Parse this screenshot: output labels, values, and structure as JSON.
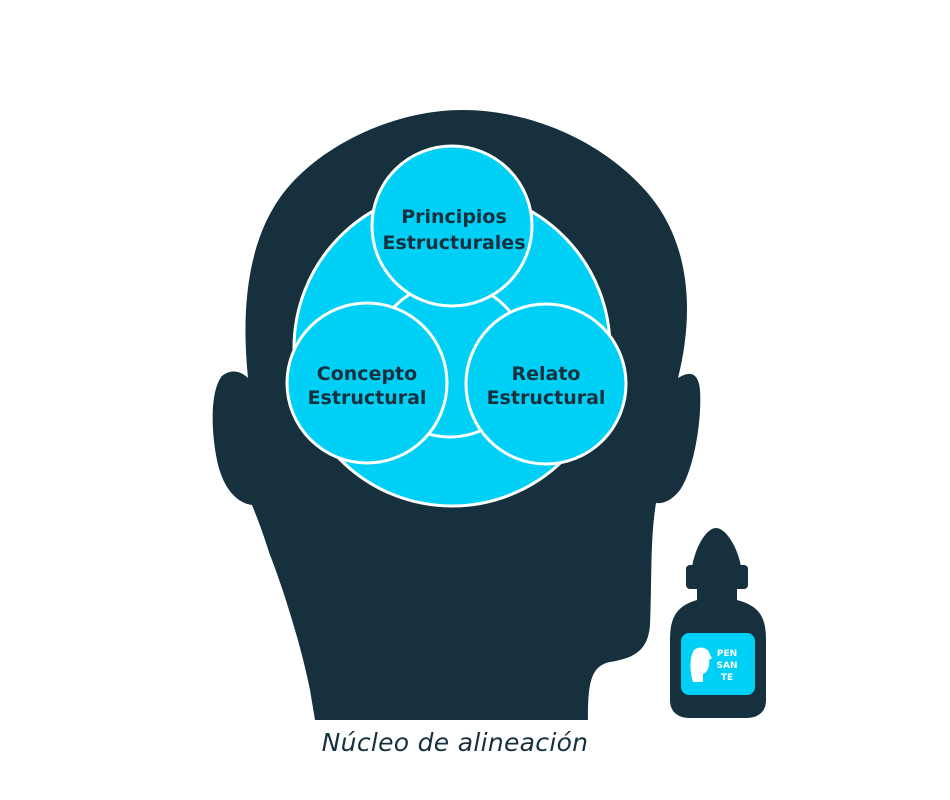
{
  "diagram": {
    "nodes": [
      {
        "id": "top",
        "line1": "Principios",
        "line2": "Estructurales"
      },
      {
        "id": "left",
        "line1": "Concepto",
        "line2": "Estructural"
      },
      {
        "id": "right",
        "line1": "Relato",
        "line2": "Estructural"
      }
    ],
    "caption": "Núcleo de alineación",
    "logo": {
      "line1": "PEN",
      "line2": "SAN",
      "line3": "TE"
    }
  },
  "colors": {
    "head": "#16303e",
    "circle": "#00d0f5",
    "stroke": "#ffffff"
  },
  "icons": [
    "head-silhouette-icon",
    "dropper-bottle-icon",
    "pensante-logo-icon"
  ]
}
